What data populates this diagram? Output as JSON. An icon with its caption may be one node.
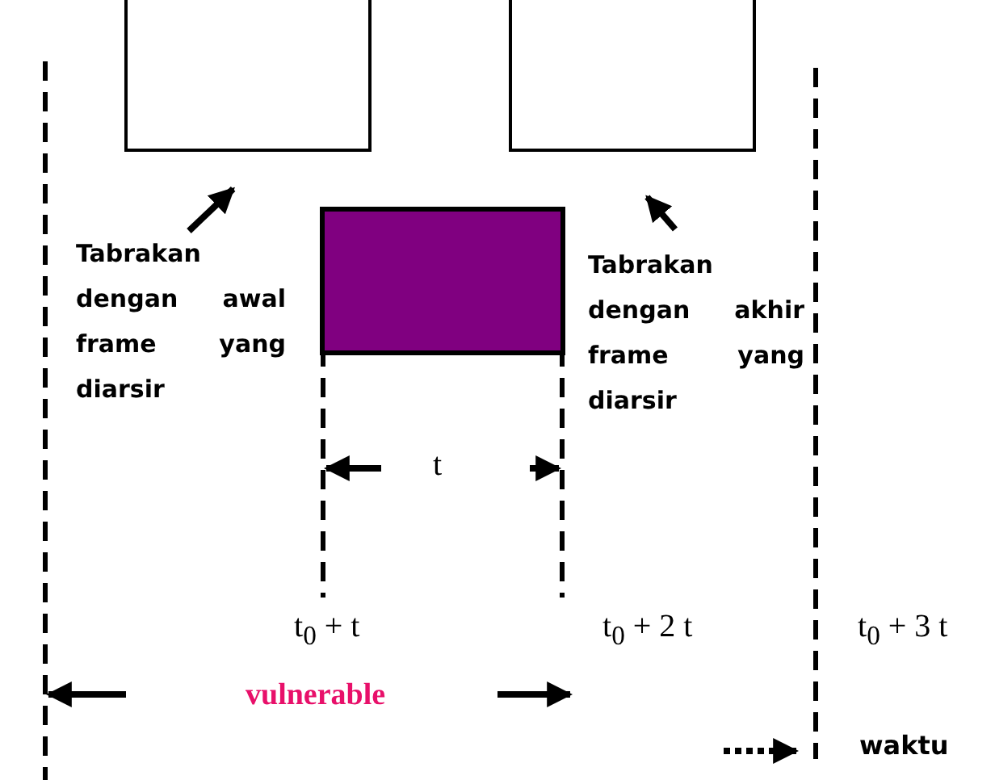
{
  "diagram": {
    "nodes": [
      {
        "text": [],
        "shape": "box"
      },
      {
        "text": [],
        "shape": "box"
      },
      {
        "text": [],
        "shape": "box"
      },
      {
        "text": [
          "Tabrakan dengan awal frame yang diarsir"
        ]
      },
      {
        "text": [
          "Tabrakan dengan akhir frame yang diarsir"
        ]
      }
    ],
    "edges": [
      {
        "from": 3,
        "to": 0,
        "arrow": "to"
      },
      {
        "from": 4,
        "to": 1,
        "arrow": "to"
      }
    ],
    "labels": [
      "t",
      "t$_{0}$ + t",
      "t$_{0}$ + 2 t",
      "t$_{0}$ + 3 t",
      "vulnerable",
      "waktu"
    ]
  }
}
